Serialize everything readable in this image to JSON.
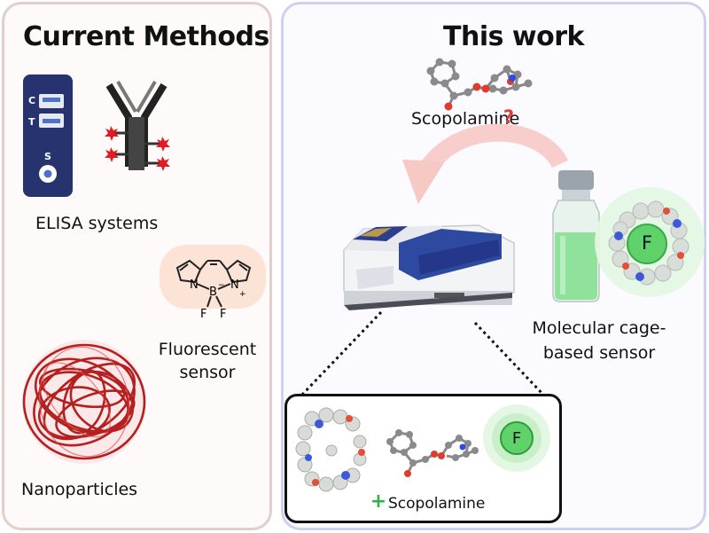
{
  "left_panel": {
    "title": "Current Methods",
    "elisa": {
      "label": "ELISA systems",
      "strip_letters": [
        "C",
        "T",
        "S"
      ]
    },
    "fluorescent": {
      "label_line1": "Fluorescent",
      "label_line2": "sensor",
      "atoms": [
        "N",
        "B",
        "N",
        "F",
        "F"
      ],
      "charges": [
        "−",
        "+"
      ]
    },
    "nanoparticles": {
      "label": "Nanoparticles"
    }
  },
  "right_panel": {
    "title": "This work",
    "analyte_label": "Scopolamine",
    "question_mark": "?",
    "sensor_label_line1": "Molecular cage-",
    "sensor_label_line2": "based sensor",
    "fluorophore_letter": "F",
    "zoom": {
      "plus": "+",
      "analyte_label": "Scopolamine",
      "fluorophore_letter": "F"
    }
  },
  "colors": {
    "left_border": "#e2cfcb",
    "right_border": "#cdd1ef",
    "arrow": "#f6c9c5",
    "question": "#e53935",
    "plus": "#2db34a",
    "fluor_green": "#5fd36a",
    "elisa_navy": "#27336f",
    "nano_red": "#b3201f"
  }
}
